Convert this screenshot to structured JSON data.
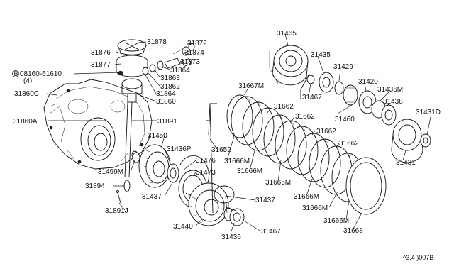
{
  "labels": {
    "l31878": "31878",
    "l31876": "31876",
    "l31877": "31877",
    "l31872": "31872",
    "l31874": "31874",
    "l31873": "31873",
    "l31864a": "31864",
    "l31863": "31863",
    "l31862": "31862",
    "l31864b": "31864",
    "l31860": "31860",
    "bolt_code": "08160-61610",
    "bolt_b": "B",
    "bolt_qty": "(4)",
    "l31860C": "31860C",
    "l31860A": "31860A",
    "l31891": "31891",
    "l31450": "31450",
    "l31436P": "31436P",
    "l31499M": "31499M",
    "l31894": "31894",
    "l31891J": "31891J",
    "l31476": "31476",
    "l31473": "31473",
    "l31437a": "31437",
    "l31437b": "31437",
    "l31440": "31440",
    "l31436": "31436",
    "l31467a": "31467",
    "l31465": "31465",
    "l31435": "31435",
    "l31429": "31429",
    "l31420": "31420",
    "l31436M": "31436M",
    "l31467b": "31467",
    "l31438": "31438",
    "l31460": "31460",
    "l31431D": "31431D",
    "l31431": "31431",
    "l31667M": "31667M",
    "l31662a": "31662",
    "l31662b": "31662",
    "l31662c": "31662",
    "l31662d": "31662",
    "l31652": "31652",
    "l31666Ma": "31666M",
    "l31666Mb": "31666M",
    "l31666Mc": "31666M",
    "l31666Md": "31666M",
    "l31666Me": "31666M",
    "l31666Mf": "31666M",
    "l31668": "31668",
    "footer_code": "^3.4 )007B"
  }
}
